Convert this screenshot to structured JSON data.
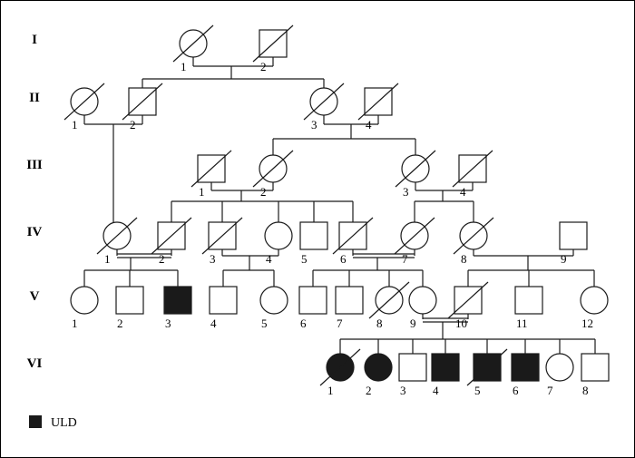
{
  "generations": [
    "I",
    "II",
    "III",
    "IV",
    "V",
    "VI"
  ],
  "legend": {
    "label": "ULD",
    "swatch_color": "#1a1a1a"
  },
  "colors": {
    "line": "#1a1a1a",
    "affected_fill": "#1a1a1a",
    "unaffected_fill": "#ffffff"
  },
  "individuals": {
    "I": [
      {
        "n": "1",
        "sex": "female",
        "affected": false,
        "deceased": true
      },
      {
        "n": "2",
        "sex": "male",
        "affected": false,
        "deceased": true
      }
    ],
    "II": [
      {
        "n": "1",
        "sex": "female",
        "affected": false,
        "deceased": true
      },
      {
        "n": "2",
        "sex": "male",
        "affected": false,
        "deceased": true
      },
      {
        "n": "3",
        "sex": "female",
        "affected": false,
        "deceased": true
      },
      {
        "n": "4",
        "sex": "male",
        "affected": false,
        "deceased": true
      }
    ],
    "III": [
      {
        "n": "1",
        "sex": "male",
        "affected": false,
        "deceased": true
      },
      {
        "n": "2",
        "sex": "female",
        "affected": false,
        "deceased": true
      },
      {
        "n": "3",
        "sex": "female",
        "affected": false,
        "deceased": true
      },
      {
        "n": "4",
        "sex": "male",
        "affected": false,
        "deceased": true
      }
    ],
    "IV": [
      {
        "n": "1",
        "sex": "female",
        "affected": false,
        "deceased": true
      },
      {
        "n": "2",
        "sex": "male",
        "affected": false,
        "deceased": true
      },
      {
        "n": "3",
        "sex": "male",
        "affected": false,
        "deceased": true
      },
      {
        "n": "4",
        "sex": "female",
        "affected": false,
        "deceased": false
      },
      {
        "n": "5",
        "sex": "male",
        "affected": false,
        "deceased": false
      },
      {
        "n": "6",
        "sex": "male",
        "affected": false,
        "deceased": true
      },
      {
        "n": "7",
        "sex": "female",
        "affected": false,
        "deceased": true
      },
      {
        "n": "8",
        "sex": "female",
        "affected": false,
        "deceased": true
      },
      {
        "n": "9",
        "sex": "male",
        "affected": false,
        "deceased": false
      }
    ],
    "V": [
      {
        "n": "1",
        "sex": "female",
        "affected": false,
        "deceased": false
      },
      {
        "n": "2",
        "sex": "male",
        "affected": false,
        "deceased": false
      },
      {
        "n": "3",
        "sex": "male",
        "affected": true,
        "deceased": false
      },
      {
        "n": "4",
        "sex": "male",
        "affected": false,
        "deceased": false
      },
      {
        "n": "5",
        "sex": "female",
        "affected": false,
        "deceased": false
      },
      {
        "n": "6",
        "sex": "male",
        "affected": false,
        "deceased": false
      },
      {
        "n": "7",
        "sex": "male",
        "affected": false,
        "deceased": false
      },
      {
        "n": "8",
        "sex": "female",
        "affected": false,
        "deceased": true
      },
      {
        "n": "9",
        "sex": "female",
        "affected": false,
        "deceased": false
      },
      {
        "n": "10",
        "sex": "male",
        "affected": false,
        "deceased": true
      },
      {
        "n": "11",
        "sex": "male",
        "affected": false,
        "deceased": false
      },
      {
        "n": "12",
        "sex": "female",
        "affected": false,
        "deceased": false
      }
    ],
    "VI": [
      {
        "n": "1",
        "sex": "female",
        "affected": true,
        "deceased": true
      },
      {
        "n": "2",
        "sex": "female",
        "affected": true,
        "deceased": false
      },
      {
        "n": "3",
        "sex": "male",
        "affected": false,
        "deceased": false
      },
      {
        "n": "4",
        "sex": "male",
        "affected": true,
        "deceased": false
      },
      {
        "n": "5",
        "sex": "male",
        "affected": true,
        "deceased": true
      },
      {
        "n": "6",
        "sex": "male",
        "affected": true,
        "deceased": false
      },
      {
        "n": "7",
        "sex": "female",
        "affected": false,
        "deceased": false
      },
      {
        "n": "8",
        "sex": "male",
        "affected": false,
        "deceased": false
      }
    ]
  }
}
